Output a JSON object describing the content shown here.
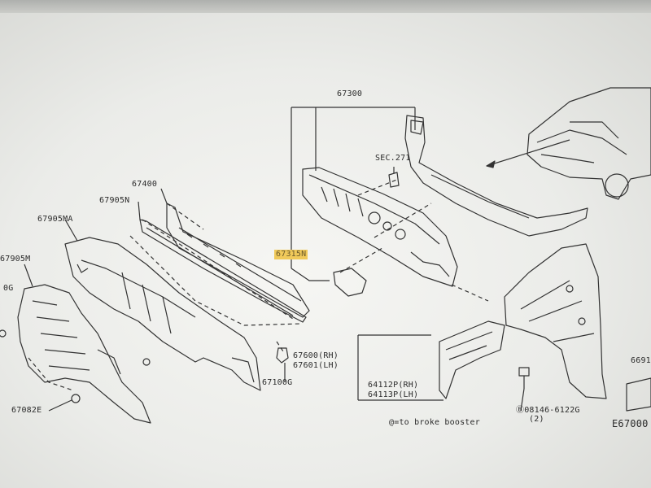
{
  "labels": {
    "p67300": "67300",
    "sec271": "SEC.271",
    "p67400": "67400",
    "p67905N": "67905N",
    "p67905MA": "67905MA",
    "p67905M": "67905M",
    "p0G": "0G",
    "p67315N": "67315N",
    "p67600": "67600(RH)",
    "p67601": "67601(LH)",
    "p67100G": "67100G",
    "p67082E": "67082E",
    "p64112P": "64112P(RH)",
    "p64113P": "64113P(LH)",
    "bolt": "08146-6122G",
    "bolt_qty": "(2)",
    "note": "@=to broke booster",
    "code": "E67000",
    "p6691": "6691"
  },
  "colors": {
    "highlight": "#f0c95a",
    "line": "#333333"
  }
}
